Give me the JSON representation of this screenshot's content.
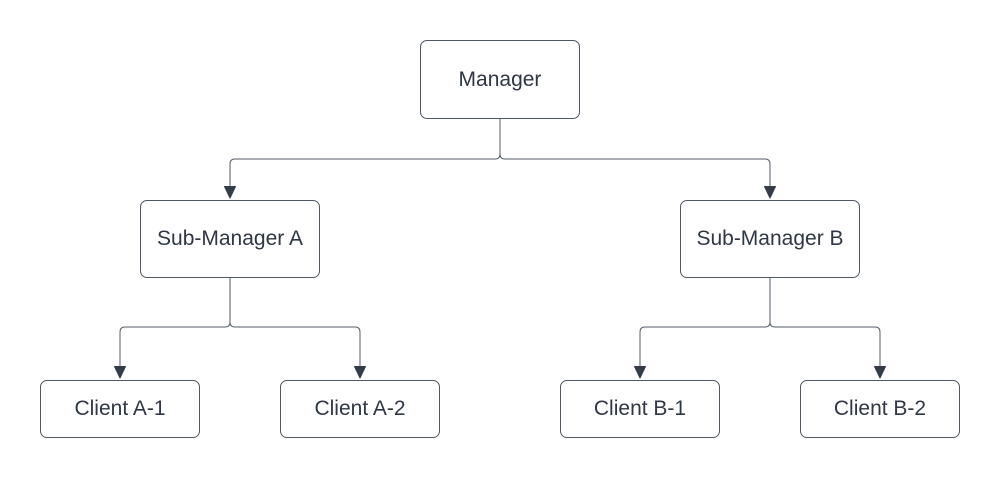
{
  "diagram": {
    "type": "org-chart",
    "nodes": {
      "manager": {
        "label": "Manager"
      },
      "sub_a": {
        "label": "Sub-Manager A"
      },
      "sub_b": {
        "label": "Sub-Manager B"
      },
      "client_a1": {
        "label": "Client A-1"
      },
      "client_a2": {
        "label": "Client A-2"
      },
      "client_b1": {
        "label": "Client B-1"
      },
      "client_b2": {
        "label": "Client B-2"
      }
    },
    "edges": [
      {
        "from": "Manager",
        "to": "Sub-Manager A"
      },
      {
        "from": "Manager",
        "to": "Sub-Manager B"
      },
      {
        "from": "Sub-Manager A",
        "to": "Client A-1"
      },
      {
        "from": "Sub-Manager A",
        "to": "Client A-2"
      },
      {
        "from": "Sub-Manager B",
        "to": "Client B-1"
      },
      {
        "from": "Sub-Manager B",
        "to": "Client B-2"
      }
    ],
    "colors": {
      "background": "#ffffff",
      "node_fill": "#ffffff",
      "node_border": "#505866",
      "edge_stroke": "#545c68",
      "arrowhead_fill": "#343b49",
      "text": "#2f3745"
    }
  }
}
